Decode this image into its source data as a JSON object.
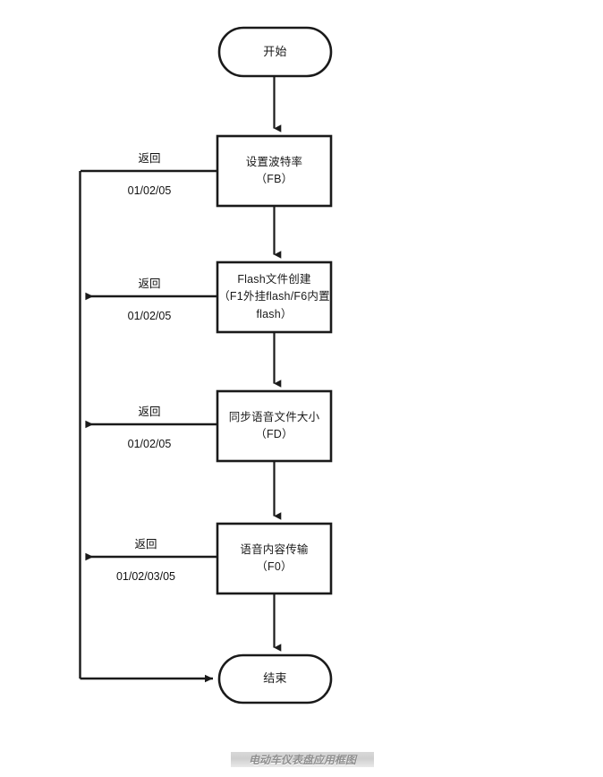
{
  "diagram": {
    "title_watermark": "电动车仪表盘应用框图",
    "stroke_color": "#1a1a1a",
    "fill_color": "#ffffff",
    "background": "#ffffff",
    "nodes": [
      {
        "id": "start",
        "type": "terminal",
        "label": "开始"
      },
      {
        "id": "step1",
        "type": "process",
        "label": "设置波特率\n（FB）"
      },
      {
        "id": "step2",
        "type": "process",
        "label": "Flash文件创建\n（F1外挂flash/F6内置\nflash）"
      },
      {
        "id": "step3",
        "type": "process",
        "label": "同步语音文件大小\n（FD）"
      },
      {
        "id": "step4",
        "type": "process",
        "label": "语音内容传输\n（F0）"
      },
      {
        "id": "end",
        "type": "terminal",
        "label": "结束"
      }
    ],
    "return_edges": [
      {
        "from": "step1",
        "line1": "返回",
        "line2": "01/02/05"
      },
      {
        "from": "step2",
        "line1": "返回",
        "line2": "01/02/05"
      },
      {
        "from": "step3",
        "line1": "返回",
        "line2": "01/02/05"
      },
      {
        "from": "step4",
        "line1": "返回",
        "line2": "01/02/03/05"
      }
    ]
  }
}
